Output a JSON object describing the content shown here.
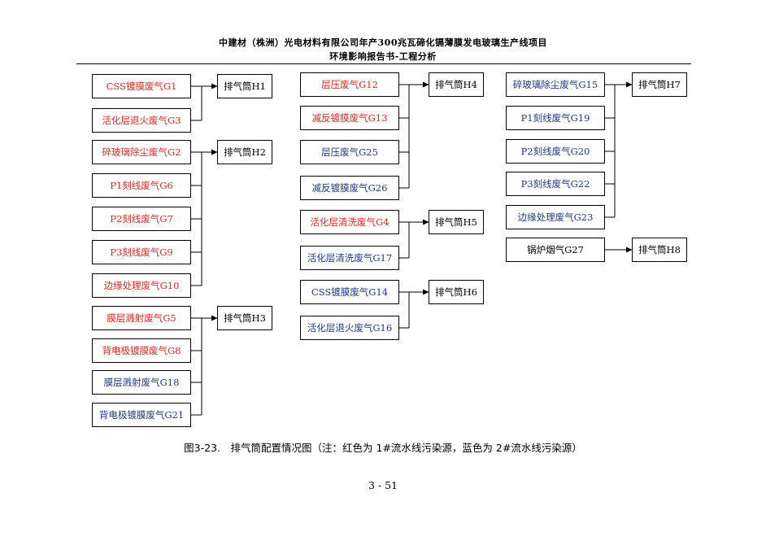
{
  "header": {
    "line1": "中建材（株洲）光电材料有限公司年产300兆瓦碲化镉薄膜发电玻璃生产线项目",
    "line2": "环境影响报告书-工程分析"
  },
  "colors": {
    "line1_source": "#e8281f",
    "line2_source": "#1f3a8a",
    "stack": "#000000"
  },
  "sources": [
    {
      "id": "G1",
      "label": "CSS镀膜废气G1",
      "color": "red"
    },
    {
      "id": "G3",
      "label": "活化层退火废气G3",
      "color": "red"
    },
    {
      "id": "G2",
      "label": "碎玻璃除尘废气G2",
      "color": "red"
    },
    {
      "id": "G6",
      "label": "P1刻线废气G6",
      "color": "red"
    },
    {
      "id": "G7",
      "label": "P2刻线废气G7",
      "color": "red"
    },
    {
      "id": "G9",
      "label": "P3刻线废气G9",
      "color": "red"
    },
    {
      "id": "G10",
      "label": "边缘处理废气G10",
      "color": "red"
    },
    {
      "id": "G5",
      "label": "膜层溅射废气G5",
      "color": "red"
    },
    {
      "id": "G8",
      "label": "背电极镀膜废气G8",
      "color": "red"
    },
    {
      "id": "G18",
      "label": "膜层溅射废气G18",
      "color": "blue"
    },
    {
      "id": "G21",
      "label": "背电极镀膜废气G21",
      "color": "blue"
    },
    {
      "id": "G12",
      "label": "层压废气G12",
      "color": "red"
    },
    {
      "id": "G13",
      "label": "减反镀膜废气G13",
      "color": "red"
    },
    {
      "id": "G25",
      "label": "层压废气G25",
      "color": "blue"
    },
    {
      "id": "G26",
      "label": "减反镀膜废气G26",
      "color": "blue"
    },
    {
      "id": "G4",
      "label": "活化层清洗废气G4",
      "color": "red"
    },
    {
      "id": "G17",
      "label": "活化层清洗废气G17",
      "color": "blue"
    },
    {
      "id": "G14",
      "label": "CSS镀膜废气G14",
      "color": "blue"
    },
    {
      "id": "G16",
      "label": "活化层退火废气G16",
      "color": "blue"
    },
    {
      "id": "G15",
      "label": "碎玻璃除尘废气G15",
      "color": "blue"
    },
    {
      "id": "G19",
      "label": "P1刻线废气G19",
      "color": "blue"
    },
    {
      "id": "G20",
      "label": "P2刻线废气G20",
      "color": "blue"
    },
    {
      "id": "G22",
      "label": "P3刻线废气G22",
      "color": "blue"
    },
    {
      "id": "G23",
      "label": "边缘处理废气G23",
      "color": "blue"
    },
    {
      "id": "G27",
      "label": "锅炉烟气G27",
      "color": "black"
    }
  ],
  "stacks": [
    {
      "id": "H1",
      "label": "排气筒H1",
      "sources": [
        "G1",
        "G3"
      ]
    },
    {
      "id": "H2",
      "label": "排气筒H2",
      "sources": [
        "G2",
        "G6",
        "G7",
        "G9",
        "G10"
      ]
    },
    {
      "id": "H3",
      "label": "排气筒H3",
      "sources": [
        "G5",
        "G8",
        "G18",
        "G21"
      ]
    },
    {
      "id": "H4",
      "label": "排气筒H4",
      "sources": [
        "G12",
        "G13",
        "G25",
        "G26"
      ]
    },
    {
      "id": "H5",
      "label": "排气筒H5",
      "sources": [
        "G4",
        "G17"
      ]
    },
    {
      "id": "H6",
      "label": "排气筒H6",
      "sources": [
        "G14",
        "G16"
      ]
    },
    {
      "id": "H7",
      "label": "排气筒H7",
      "sources": [
        "G15",
        "G19",
        "G20",
        "G22",
        "G23"
      ]
    },
    {
      "id": "H8",
      "label": "排气筒H8",
      "sources": [
        "G27"
      ]
    }
  ],
  "caption": "图3-23.　排气筒配置情况图（注：红色为 1#流水线污染源，蓝色为 2#流水线污染源）",
  "page_number": "3 - 51"
}
